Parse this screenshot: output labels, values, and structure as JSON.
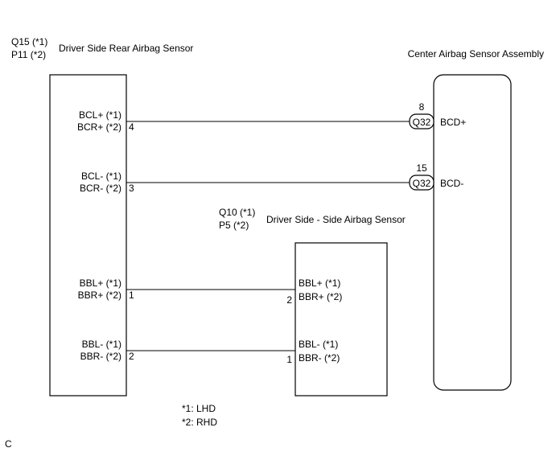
{
  "left_component": {
    "code_lines": [
      "Q15 (*1)",
      "P11 (*2)"
    ],
    "name": "Driver Side Rear Airbag Sensor"
  },
  "right_component": {
    "name": "Center Airbag Sensor Assembly"
  },
  "middle_component": {
    "code_lines": [
      "Q10 (*1)",
      "P5 (*2)"
    ],
    "name": "Driver Side - Side Airbag Sensor"
  },
  "left_terminals": [
    {
      "lines": [
        "BCL+ (*1)",
        "BCR+ (*2)"
      ],
      "pin": "4"
    },
    {
      "lines": [
        "BCL- (*1)",
        "BCR- (*2)"
      ],
      "pin": "3"
    },
    {
      "lines": [
        "BBL+ (*1)",
        "BBR+ (*2)"
      ],
      "pin": "1"
    },
    {
      "lines": [
        "BBL- (*1)",
        "BBR- (*2)"
      ],
      "pin": "2"
    }
  ],
  "right_terminals": [
    {
      "pin": "8",
      "connector": "Q32",
      "label": "BCD+"
    },
    {
      "pin": "15",
      "connector": "Q32",
      "label": "BCD-"
    }
  ],
  "middle_terminals": [
    {
      "pin": "2",
      "lines": [
        "BBL+ (*1)",
        "BBR+ (*2)"
      ]
    },
    {
      "pin": "1",
      "lines": [
        "BBL- (*1)",
        "BBR- (*2)"
      ]
    }
  ],
  "legend": [
    "*1: LHD",
    "*2: RHD"
  ],
  "footer_code": "C"
}
